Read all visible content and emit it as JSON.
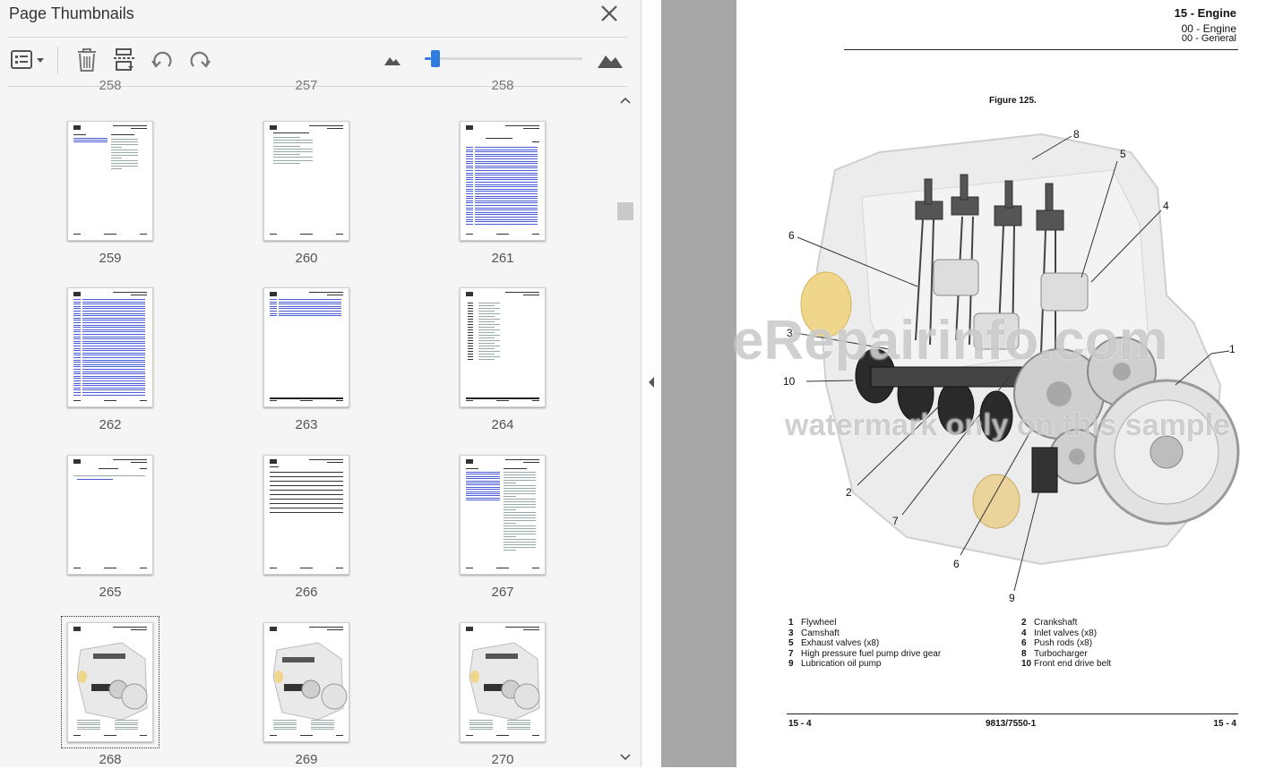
{
  "panel": {
    "title": "Page Thumbnails",
    "cut_labels": [
      "258",
      "257",
      "258"
    ],
    "thumbnails": [
      {
        "label": "259",
        "kind": "toc-two-col"
      },
      {
        "label": "260",
        "kind": "list-short"
      },
      {
        "label": "261",
        "kind": "toc-full"
      },
      {
        "label": "262",
        "kind": "toc-dense"
      },
      {
        "label": "263",
        "kind": "toc-short"
      },
      {
        "label": "264",
        "kind": "list-items"
      },
      {
        "label": "265",
        "kind": "title-only"
      },
      {
        "label": "266",
        "kind": "lined"
      },
      {
        "label": "267",
        "kind": "text-two-col"
      },
      {
        "label": "268",
        "kind": "engine",
        "selected": true
      },
      {
        "label": "269",
        "kind": "engine-alt"
      },
      {
        "label": "270",
        "kind": "engine"
      }
    ],
    "zoom_fraction": 0.04
  },
  "toolbar": {
    "icons": [
      "page-view-menu-icon",
      "delete-icon",
      "extract-pages-icon",
      "rotate-left-icon",
      "rotate-right-icon",
      "zoom-out-mountain-icon",
      "zoom-in-mountain-icon"
    ]
  },
  "document": {
    "section_title": "15 - Engine",
    "subtitle1": "00 - Engine",
    "subtitle2": "00 - General",
    "figure_title": "Figure 125.",
    "callouts": [
      "8",
      "5",
      "4",
      "6",
      "3",
      "1",
      "10",
      "2",
      "7",
      "6",
      "9"
    ],
    "legend_left": [
      {
        "num": "1",
        "text": "Flywheel"
      },
      {
        "num": "3",
        "text": "Camshaft"
      },
      {
        "num": "5",
        "text": "Exhaust valves (x8)"
      },
      {
        "num": "7",
        "text": "High pressure fuel pump drive gear"
      },
      {
        "num": "9",
        "text": "Lubrication oil pump"
      }
    ],
    "legend_right": [
      {
        "num": "2",
        "text": "Crankshaft"
      },
      {
        "num": "4",
        "text": "Inlet valves (x8)"
      },
      {
        "num": "6",
        "text": "Push rods (x8)"
      },
      {
        "num": "8",
        "text": "Turbocharger"
      },
      {
        "num": "10",
        "text": "Front end drive belt"
      }
    ],
    "footer_left": "15 - 4",
    "footer_center": "9813/7550-1",
    "footer_right": "15 - 4",
    "watermark_main": "eRepairinfo.com",
    "watermark_sub": "watermark only on this sample"
  },
  "colors": {
    "accent": "#2f7de1",
    "gutter": "#a7a7a7",
    "toc_link": "#4a5bd6"
  }
}
